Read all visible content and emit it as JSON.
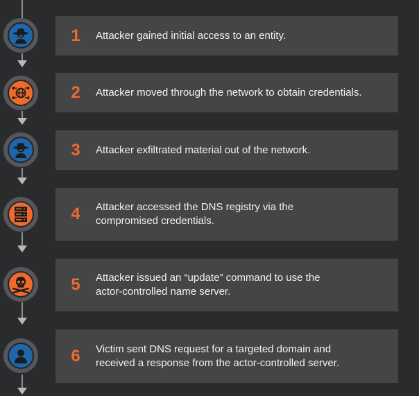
{
  "colors": {
    "background": "#2a2b2d",
    "box": "#444547",
    "accent_orange": "#ef6b2b",
    "accent_blue": "#1f67a8",
    "connector": "#8e8f91"
  },
  "steps": [
    {
      "number": "1",
      "text": "Attacker gained initial access to an entity.",
      "icon": "hacker-icon",
      "icon_color": "#1f67a8"
    },
    {
      "number": "2",
      "text": "Attacker moved through the network to obtain credentials.",
      "icon": "network-globe-icon",
      "icon_color": "#ef6b2b"
    },
    {
      "number": "3",
      "text": "Attacker exfiltrated material out of the network.",
      "icon": "hacker-icon",
      "icon_color": "#1f67a8"
    },
    {
      "number": "4",
      "text": "Attacker accessed the DNS registry via the\ncompromised credentials.",
      "icon": "server-icon",
      "icon_color": "#ef6b2b"
    },
    {
      "number": "5",
      "text": "Attacker issued an “update” command to use the\nactor-controlled name server.",
      "icon": "skull-crossbones-icon",
      "icon_color": "#ef6b2b"
    },
    {
      "number": "6",
      "text": "Victim sent DNS request for a targeted domain and\nreceived a response from the actor-controlled server.",
      "icon": "user-icon",
      "icon_color": "#1f67a8"
    }
  ]
}
